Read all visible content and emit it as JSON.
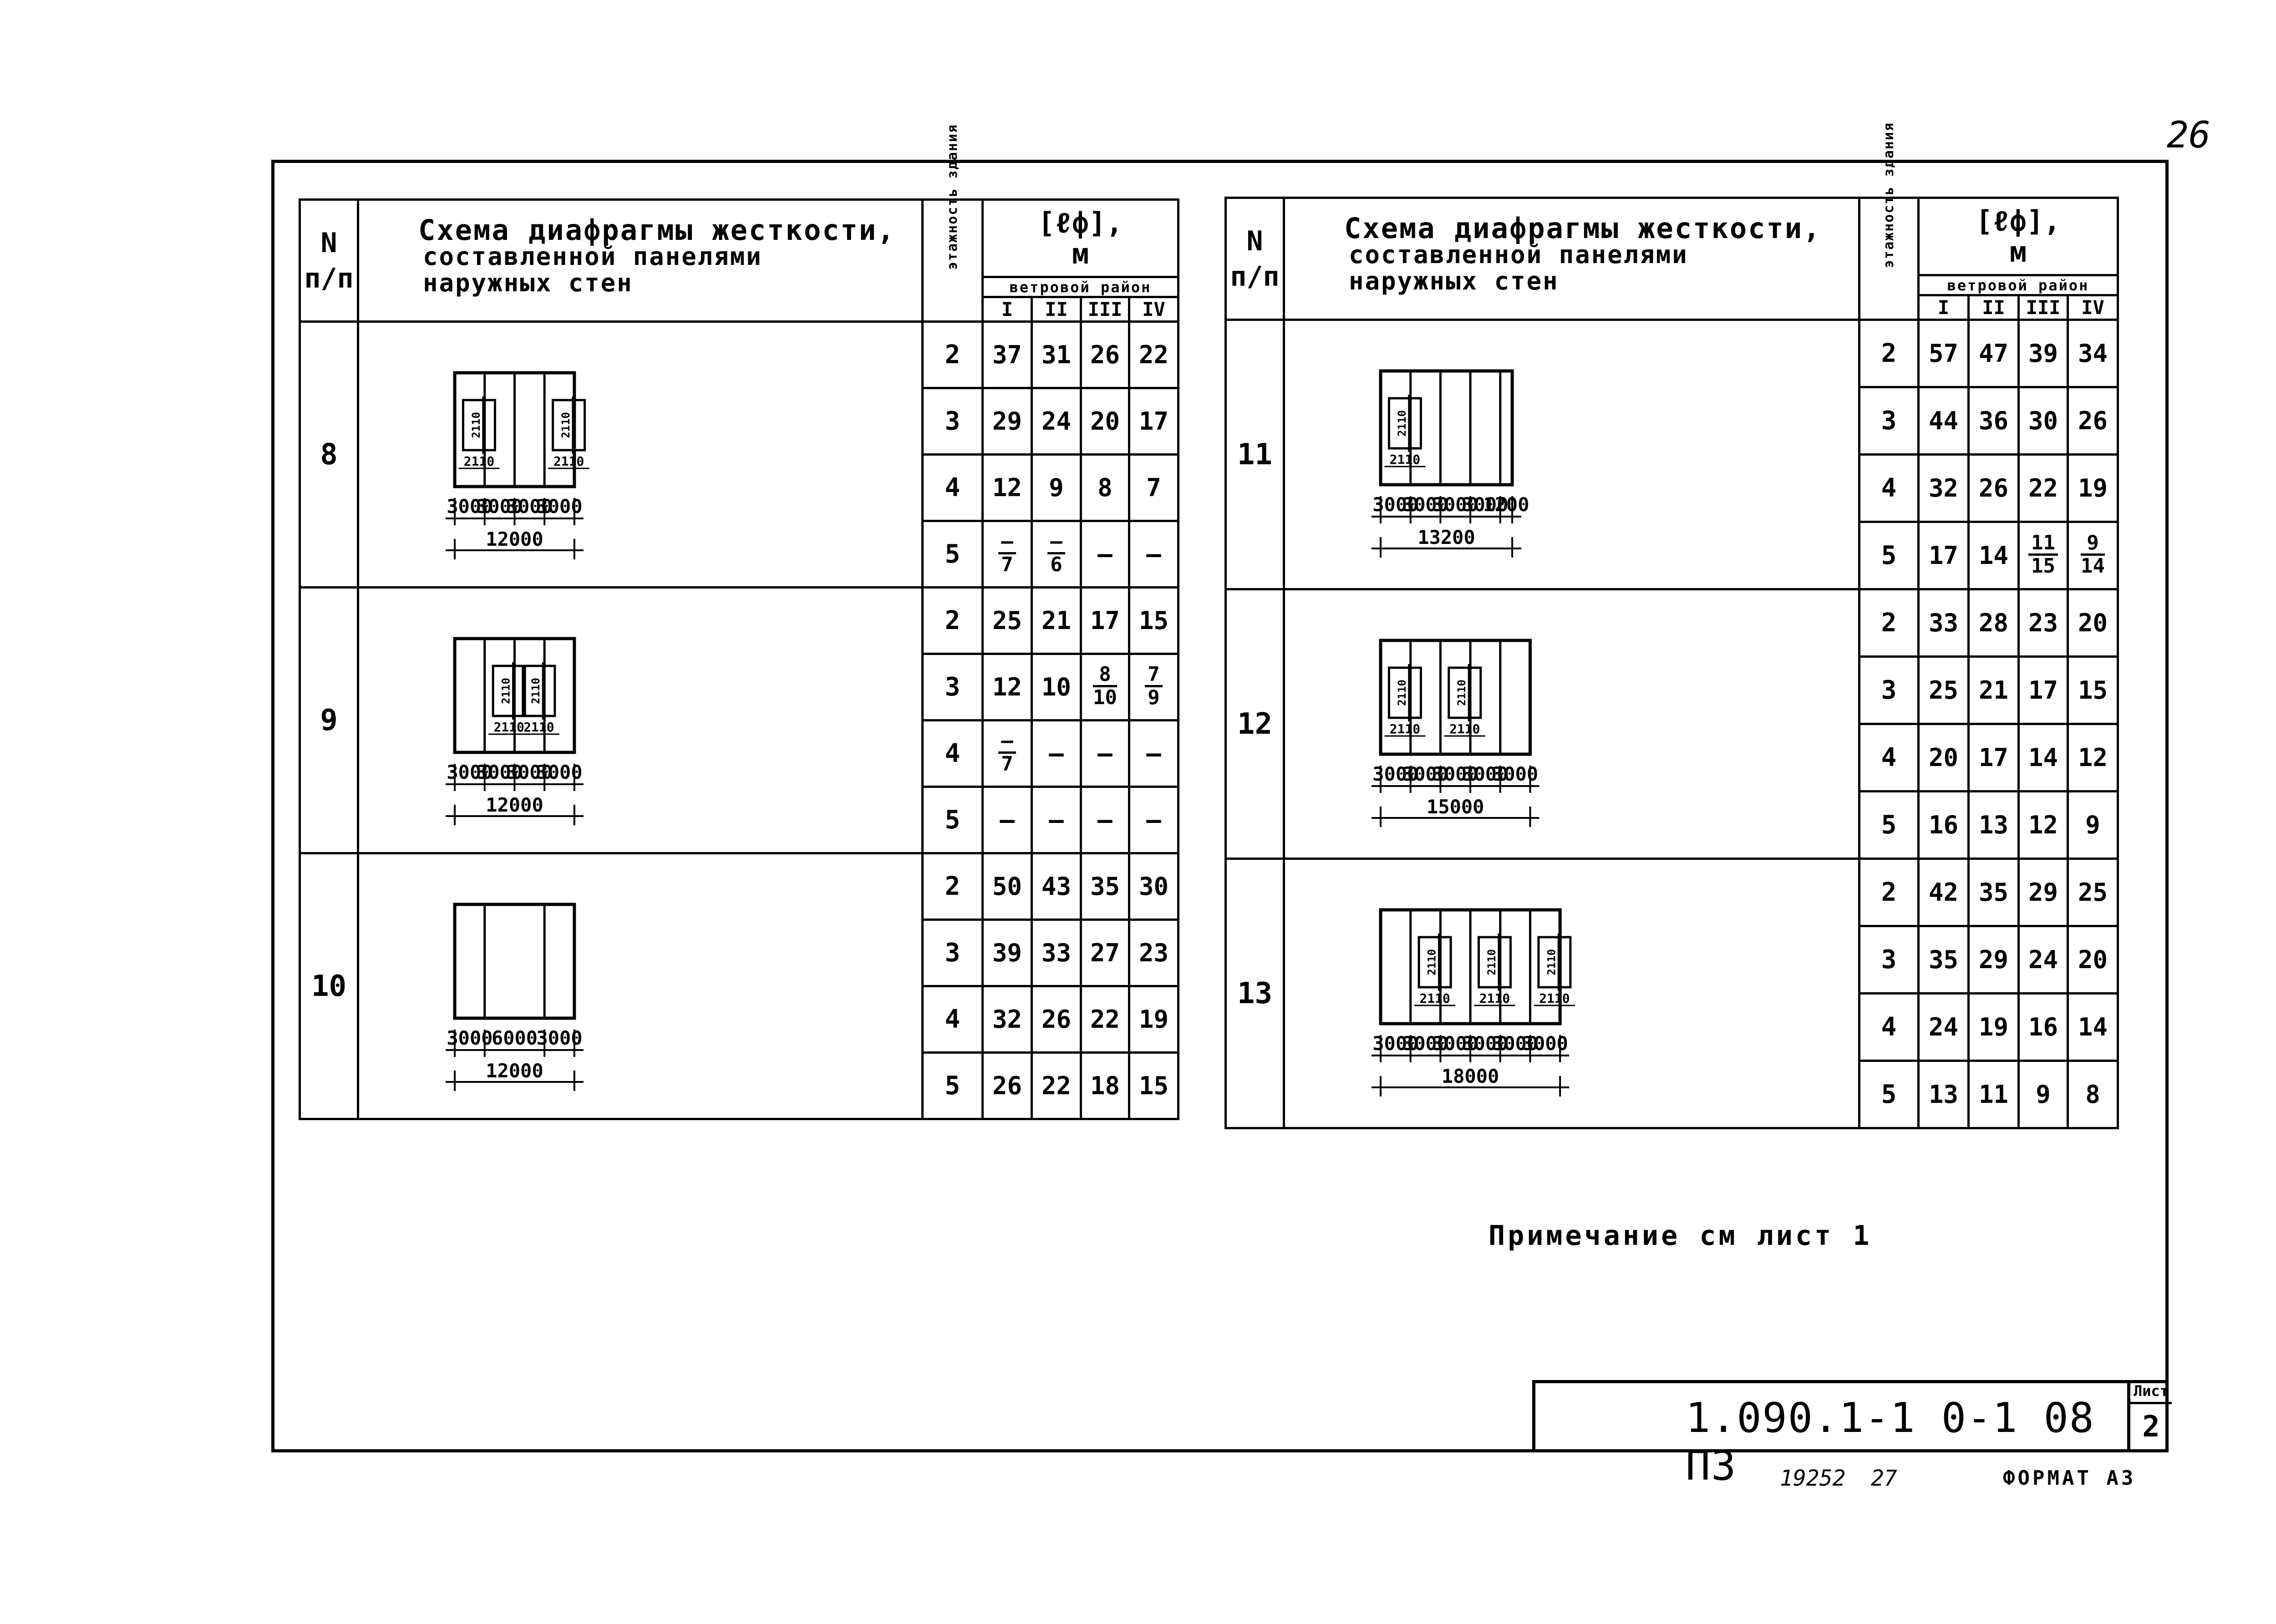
{
  "page_number": "26",
  "header": {
    "num_label_top": "N",
    "num_label_bottom": "п/п",
    "title_lines": [
      "Схема диафрагмы жесткости,",
      "составленной панелями",
      "наружных стен"
    ],
    "floors_label": "этажность здания",
    "lf_label": "[ℓф],",
    "lf_unit": "м",
    "wind_label": "ветровой район",
    "regions": [
      "I",
      "II",
      "III",
      "IV"
    ]
  },
  "rows": [
    {
      "num": "8",
      "dims": [
        "3000",
        "3000",
        "3000",
        "3000"
      ],
      "total": "12000",
      "door_label": "2110",
      "values": [
        {
          "floor": "2",
          "cells": [
            "37",
            "31",
            "26",
            "22"
          ]
        },
        {
          "floor": "3",
          "cells": [
            "29",
            "24",
            "20",
            "17"
          ]
        },
        {
          "floor": "4",
          "cells": [
            "12",
            "9",
            "8",
            "7"
          ]
        },
        {
          "floor": "5",
          "cells": [
            "—/7",
            "—/6",
            "—",
            "—"
          ]
        }
      ]
    },
    {
      "num": "9",
      "dims": [
        "3000",
        "3000",
        "3000",
        "3000"
      ],
      "total": "12000",
      "door_label": "2110",
      "values": [
        {
          "floor": "2",
          "cells": [
            "25",
            "21",
            "17",
            "15"
          ]
        },
        {
          "floor": "3",
          "cells": [
            "12",
            "10",
            "8/10",
            "7/9"
          ]
        },
        {
          "floor": "4",
          "cells": [
            "—/7",
            "—",
            "—",
            "—"
          ]
        },
        {
          "floor": "5",
          "cells": [
            "—",
            "—",
            "—",
            "—"
          ]
        }
      ]
    },
    {
      "num": "10",
      "dims": [
        "3000",
        "6000",
        "3000"
      ],
      "total": "12000",
      "values": [
        {
          "floor": "2",
          "cells": [
            "50",
            "43",
            "35",
            "30"
          ]
        },
        {
          "floor": "3",
          "cells": [
            "39",
            "33",
            "27",
            "23"
          ]
        },
        {
          "floor": "4",
          "cells": [
            "32",
            "26",
            "22",
            "19"
          ]
        },
        {
          "floor": "5",
          "cells": [
            "26",
            "22",
            "18",
            "15"
          ]
        }
      ]
    },
    {
      "num": "11",
      "dims": [
        "3000",
        "3000",
        "3000",
        "3000",
        "1200"
      ],
      "total": "13200",
      "door_label": "2110",
      "values": [
        {
          "floor": "2",
          "cells": [
            "57",
            "47",
            "39",
            "34"
          ]
        },
        {
          "floor": "3",
          "cells": [
            "44",
            "36",
            "30",
            "26"
          ]
        },
        {
          "floor": "4",
          "cells": [
            "32",
            "26",
            "22",
            "19"
          ]
        },
        {
          "floor": "5",
          "cells": [
            "17",
            "14",
            "11/15",
            "9/14"
          ]
        }
      ]
    },
    {
      "num": "12",
      "dims": [
        "3000",
        "3000",
        "3000",
        "3000",
        "3000"
      ],
      "total": "15000",
      "door_label": "2110",
      "values": [
        {
          "floor": "2",
          "cells": [
            "33",
            "28",
            "23",
            "20"
          ]
        },
        {
          "floor": "3",
          "cells": [
            "25",
            "21",
            "17",
            "15"
          ]
        },
        {
          "floor": "4",
          "cells": [
            "20",
            "17",
            "14",
            "12"
          ]
        },
        {
          "floor": "5",
          "cells": [
            "16",
            "13",
            "12",
            "9"
          ]
        }
      ]
    },
    {
      "num": "13",
      "dims": [
        "3000",
        "3000",
        "3000",
        "3000",
        "3000",
        "3000"
      ],
      "total": "18000",
      "door_label": "2110",
      "values": [
        {
          "floor": "2",
          "cells": [
            "42",
            "35",
            "29",
            "25"
          ]
        },
        {
          "floor": "3",
          "cells": [
            "35",
            "29",
            "24",
            "20"
          ]
        },
        {
          "floor": "4",
          "cells": [
            "24",
            "19",
            "16",
            "14"
          ]
        },
        {
          "floor": "5",
          "cells": [
            "13",
            "11",
            "9",
            "8"
          ]
        }
      ]
    }
  ],
  "note": "Примечание см лист 1",
  "stamp": {
    "code": "1.090.1-1 0-1 08 ПЗ",
    "sheet_label": "Лист",
    "sheet_number": "2"
  },
  "footer": {
    "inv": "19252",
    "num": "27",
    "format": "ФОРМАТ А3"
  }
}
